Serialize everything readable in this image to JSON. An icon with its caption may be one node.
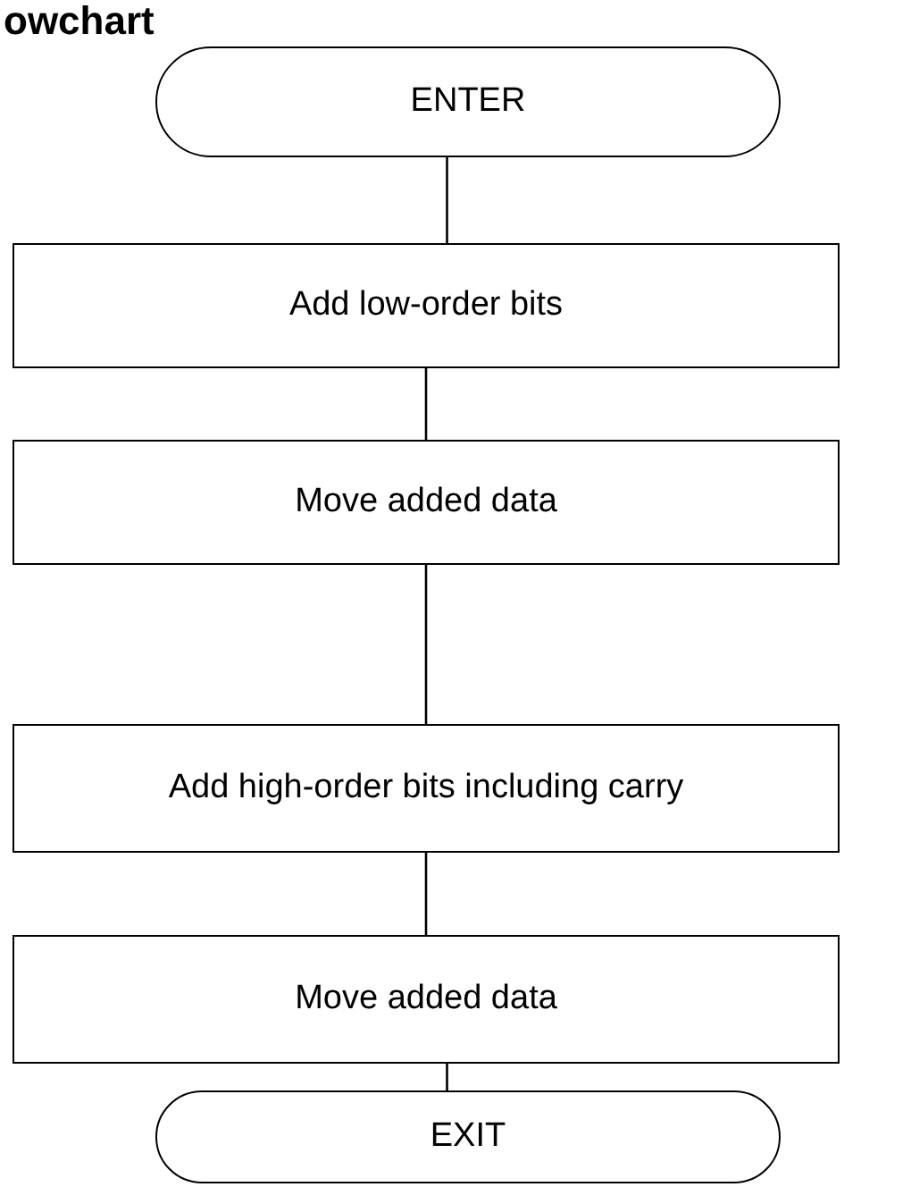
{
  "diagram": {
    "title": "owchart",
    "nodes": [
      {
        "text": [
          "ENTER"
        ]
      },
      {
        "text": [
          "Add low-order bits"
        ]
      },
      {
        "text": [
          "Move added data"
        ]
      },
      {
        "text": [
          "Add high-order bits including carry"
        ]
      },
      {
        "text": [
          "Move added data"
        ]
      },
      {
        "text": [
          "EXIT"
        ]
      }
    ],
    "edges": [
      {
        "from": 0,
        "to": 1,
        "arrow": "none"
      },
      {
        "from": 1,
        "to": 2,
        "arrow": "none"
      },
      {
        "from": 2,
        "to": 3,
        "arrow": "none"
      },
      {
        "from": 3,
        "to": 4,
        "arrow": "none"
      },
      {
        "from": 4,
        "to": 5,
        "arrow": "none"
      }
    ]
  }
}
